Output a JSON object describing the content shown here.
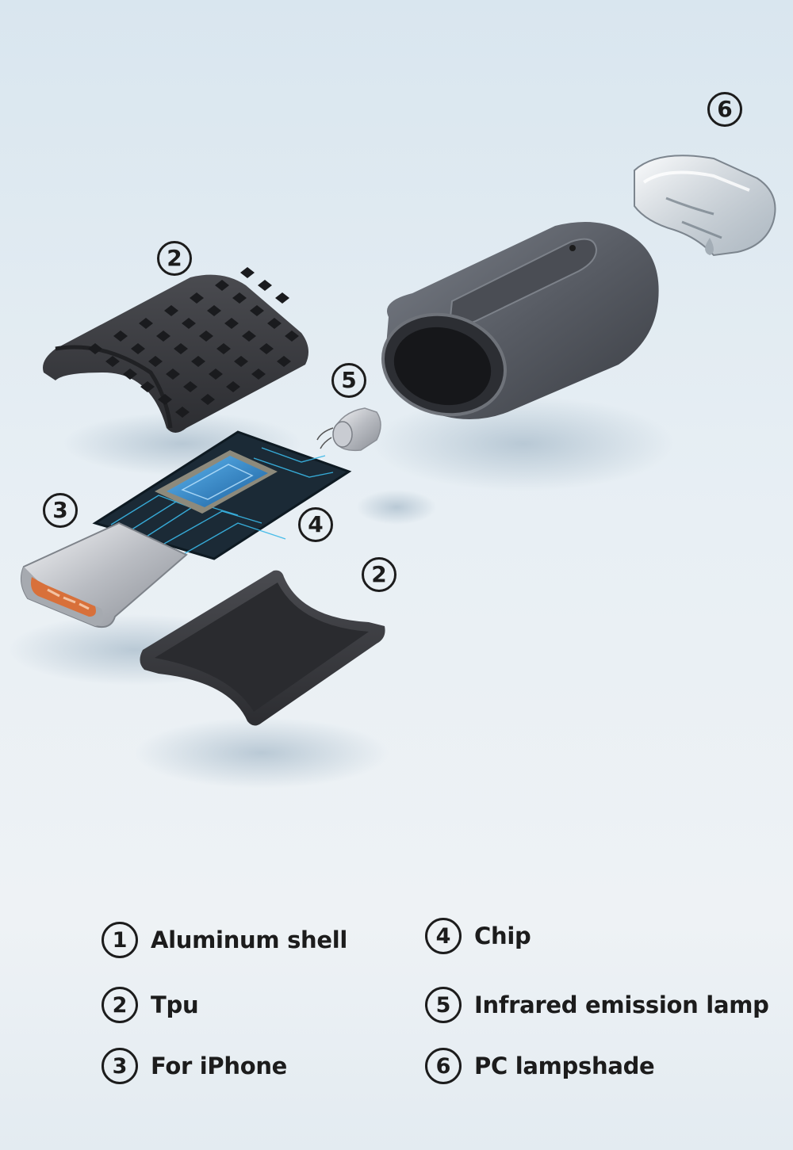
{
  "callouts": [
    {
      "id": "6",
      "label": "6"
    },
    {
      "id": "2a",
      "label": "2"
    },
    {
      "id": "5",
      "label": "5"
    },
    {
      "id": "3",
      "label": "3"
    },
    {
      "id": "4",
      "label": "4"
    },
    {
      "id": "2b",
      "label": "2"
    }
  ],
  "legend": [
    {
      "num": "1",
      "label": "Aluminum shell"
    },
    {
      "num": "2",
      "label": "Tpu"
    },
    {
      "num": "3",
      "label": "For iPhone"
    },
    {
      "num": "4",
      "label": "Chip"
    },
    {
      "num": "5",
      "label": "Infrared emission lamp"
    },
    {
      "num": "6",
      "label": "PC lampshade"
    }
  ],
  "colors": {
    "text": "#1c1c1c",
    "tpu": "#3b3c40",
    "shell": "#5a5e66",
    "pcb": "#1a4a66",
    "chip": "#2e8fd4",
    "connector_pins": "#d8703a"
  }
}
